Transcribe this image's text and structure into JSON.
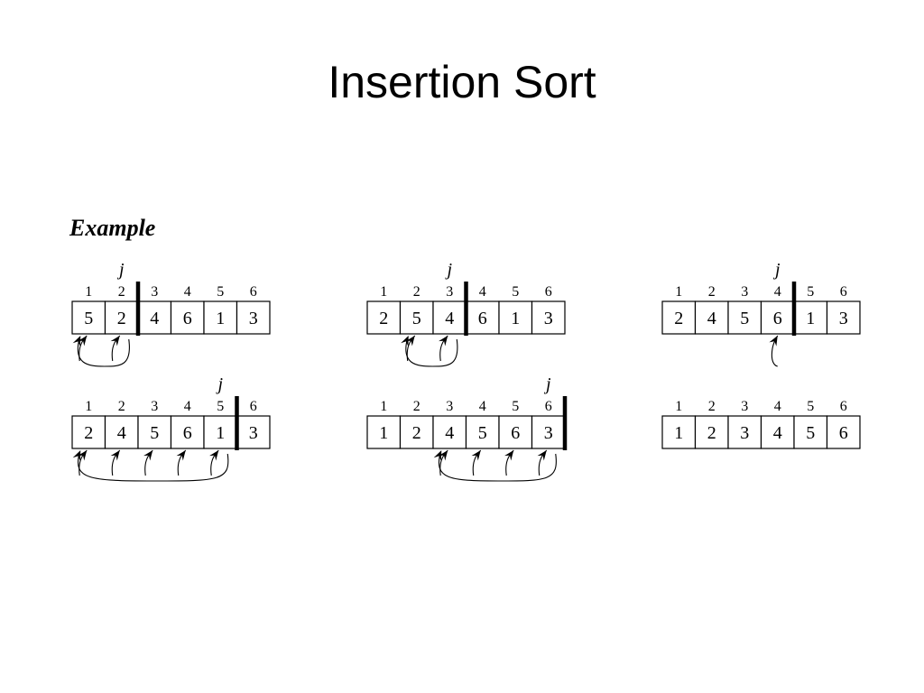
{
  "slide": {
    "title": "Insertion Sort",
    "example_label": "Example"
  },
  "diagram": {
    "type": "insertion-sort-trace",
    "pointer_label": "j",
    "steps": [
      {
        "indices": [
          1,
          2,
          3,
          4,
          5,
          6
        ],
        "values": [
          5,
          2,
          4,
          6,
          1,
          3
        ],
        "j": 2,
        "divider_after": 2,
        "arrows": [
          [
            1,
            1
          ],
          [
            2,
            1
          ]
        ],
        "long_arc": [
          1,
          2
        ]
      },
      {
        "indices": [
          1,
          2,
          3,
          4,
          5,
          6
        ],
        "values": [
          2,
          5,
          4,
          6,
          1,
          3
        ],
        "j": 3,
        "divider_after": 3,
        "arrows": [
          [
            2,
            1
          ],
          [
            3,
            1
          ]
        ],
        "long_arc": [
          2,
          3
        ]
      },
      {
        "indices": [
          1,
          2,
          3,
          4,
          5,
          6
        ],
        "values": [
          2,
          4,
          5,
          6,
          1,
          3
        ],
        "j": 4,
        "divider_after": 4,
        "arrows": [
          [
            4,
            0
          ]
        ],
        "long_arc": null
      },
      {
        "indices": [
          1,
          2,
          3,
          4,
          5,
          6
        ],
        "values": [
          2,
          4,
          5,
          6,
          1,
          3
        ],
        "j": 5,
        "divider_after": 5,
        "arrows": [
          [
            1,
            1
          ],
          [
            2,
            1
          ],
          [
            3,
            1
          ],
          [
            4,
            1
          ],
          [
            5,
            1
          ]
        ],
        "long_arc": [
          1,
          5
        ]
      },
      {
        "indices": [
          1,
          2,
          3,
          4,
          5,
          6
        ],
        "values": [
          1,
          2,
          4,
          5,
          6,
          3
        ],
        "j": 6,
        "divider_after": 6,
        "arrows": [
          [
            3,
            1
          ],
          [
            4,
            1
          ],
          [
            5,
            1
          ],
          [
            6,
            1
          ]
        ],
        "long_arc": [
          3,
          6
        ]
      },
      {
        "indices": [
          1,
          2,
          3,
          4,
          5,
          6
        ],
        "values": [
          1,
          2,
          3,
          4,
          5,
          6
        ],
        "j": null,
        "divider_after": null,
        "arrows": [],
        "long_arc": null
      }
    ]
  }
}
